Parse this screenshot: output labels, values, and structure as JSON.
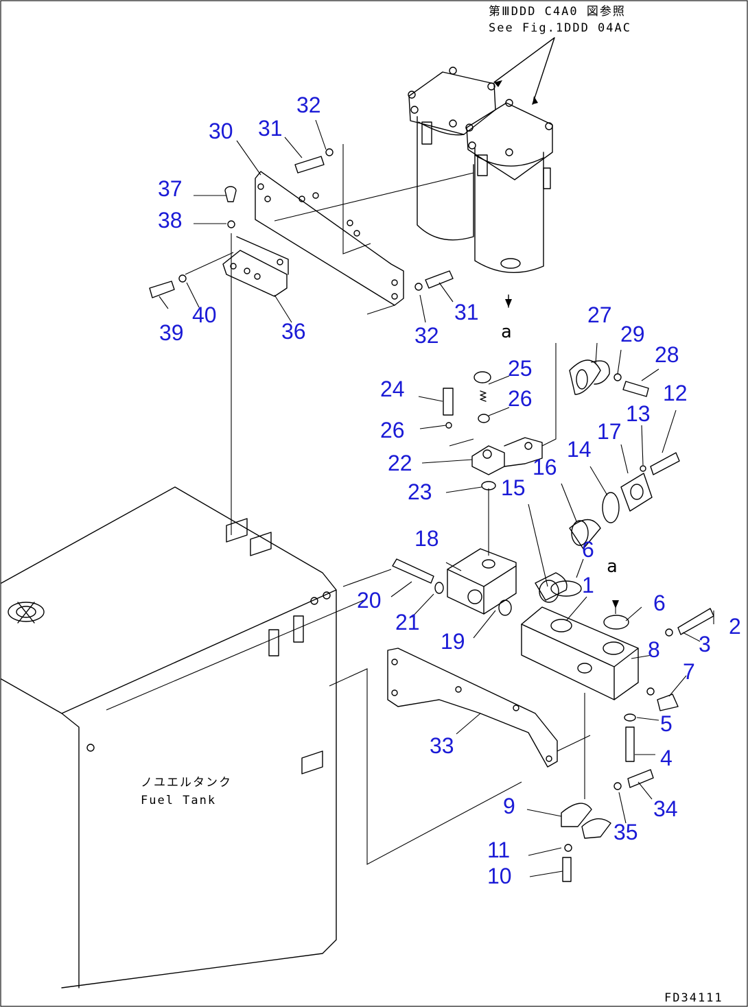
{
  "reference_note": {
    "line1": "第ⅢDDD C4A0 図参照",
    "line2": "See Fig.1DDD 04AC"
  },
  "tank_label": {
    "jp": "ノユエルタンク",
    "en": "Fuel Tank"
  },
  "arrow_label": "a",
  "drawing_code": "FD34111",
  "parts": {
    "p1": "1",
    "p2": "2",
    "p3": "3",
    "p4": "4",
    "p5": "5",
    "p6a": "6",
    "p6b": "6",
    "p7": "7",
    "p8": "8",
    "p9": "9",
    "p10": "10",
    "p11": "11",
    "p12": "12",
    "p13": "13",
    "p14": "14",
    "p15": "15",
    "p16": "16",
    "p17": "17",
    "p18": "18",
    "p19": "19",
    "p20": "20",
    "p21": "21",
    "p22": "22",
    "p23": "23",
    "p24": "24",
    "p25": "25",
    "p26a": "26",
    "p26b": "26",
    "p27": "27",
    "p28": "28",
    "p29": "29",
    "p30": "30",
    "p31a": "31",
    "p31b": "31",
    "p32a": "32",
    "p32b": "32",
    "p33": "33",
    "p34": "34",
    "p35": "35",
    "p36": "36",
    "p37": "37",
    "p38": "38",
    "p39": "39",
    "p40": "40"
  }
}
